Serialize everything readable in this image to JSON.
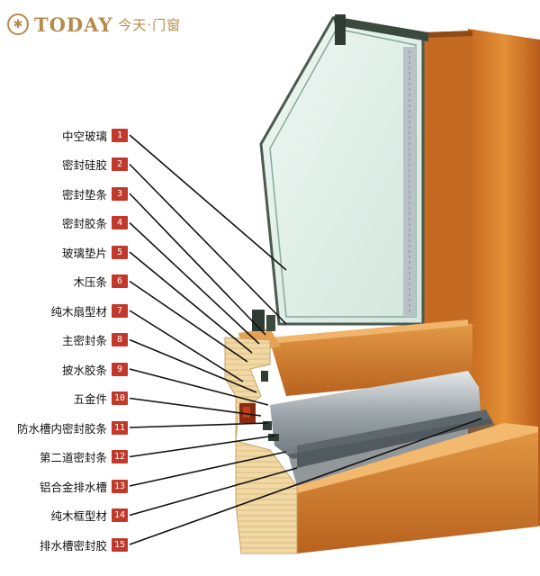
{
  "brand": {
    "latin": "TODAY",
    "chinese": "今天·门窗",
    "color": "#b58a4a"
  },
  "colors": {
    "badge": "#c0392b",
    "leader": "#111111",
    "wood": "#d9822b",
    "wood_dark": "#a4521a",
    "glass": "#dfeee8",
    "aluminium": "#9aa3a8"
  },
  "components": [
    {
      "no": "1",
      "name": "中空玻璃"
    },
    {
      "no": "2",
      "name": "密封硅胶"
    },
    {
      "no": "3",
      "name": "密封垫条"
    },
    {
      "no": "4",
      "name": "密封胶条"
    },
    {
      "no": "5",
      "name": "玻璃垫片"
    },
    {
      "no": "6",
      "name": "木压条"
    },
    {
      "no": "7",
      "name": "纯木扇型材"
    },
    {
      "no": "8",
      "name": "主密封条"
    },
    {
      "no": "9",
      "name": "披水胶条"
    },
    {
      "no": "10",
      "name": "五金件"
    },
    {
      "no": "11",
      "name": "防水槽内密封胶条"
    },
    {
      "no": "12",
      "name": "第二道密封条"
    },
    {
      "no": "13",
      "name": "铝合金排水槽"
    },
    {
      "no": "14",
      "name": "纯木框型材"
    },
    {
      "no": "15",
      "name": "排水槽密封胶"
    }
  ]
}
